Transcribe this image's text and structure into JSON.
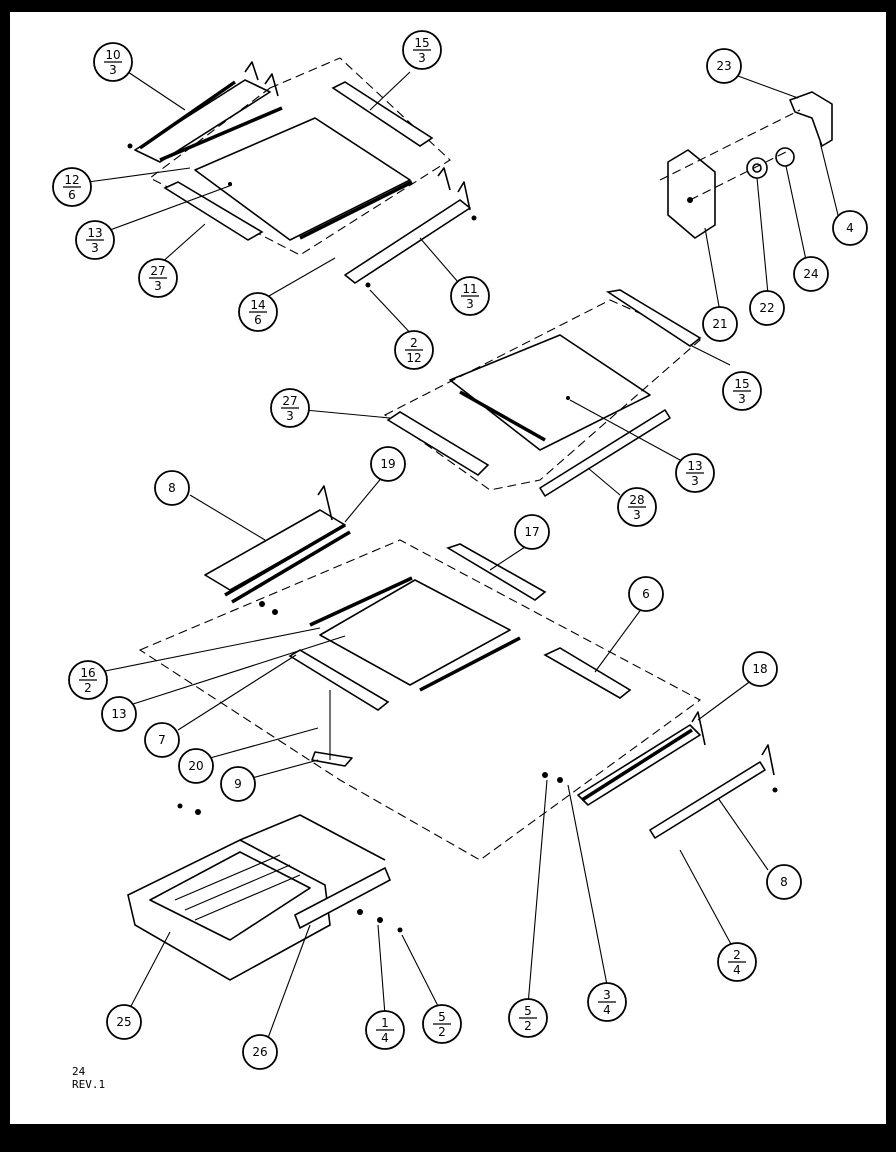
{
  "sheet_code": "24",
  "revision": "REV.1",
  "callouts": [
    {
      "top": "10",
      "bottom": "3"
    },
    {
      "top": "15",
      "bottom": "3"
    },
    {
      "top": "23"
    },
    {
      "top": "12",
      "bottom": "6"
    },
    {
      "top": "13",
      "bottom": "3"
    },
    {
      "top": "27",
      "bottom": "3"
    },
    {
      "top": "14",
      "bottom": "6"
    },
    {
      "top": "2",
      "bottom": "12"
    },
    {
      "top": "11",
      "bottom": "3"
    },
    {
      "top": "4"
    },
    {
      "top": "24"
    },
    {
      "top": "22"
    },
    {
      "top": "21"
    },
    {
      "top": "15",
      "bottom": "3"
    },
    {
      "top": "27",
      "bottom": "3"
    },
    {
      "top": "13",
      "bottom": "3"
    },
    {
      "top": "28",
      "bottom": "3"
    },
    {
      "top": "8"
    },
    {
      "top": "19"
    },
    {
      "top": "17"
    },
    {
      "top": "6"
    },
    {
      "top": "16",
      "bottom": "2"
    },
    {
      "top": "13"
    },
    {
      "top": "7"
    },
    {
      "top": "18"
    },
    {
      "top": "20"
    },
    {
      "top": "9"
    },
    {
      "top": "8"
    },
    {
      "top": "2",
      "bottom": "4"
    },
    {
      "top": "25"
    },
    {
      "top": "26"
    },
    {
      "top": "1",
      "bottom": "4"
    },
    {
      "top": "5",
      "bottom": "2"
    },
    {
      "top": "5",
      "bottom": "2"
    },
    {
      "top": "3",
      "bottom": "4"
    }
  ]
}
